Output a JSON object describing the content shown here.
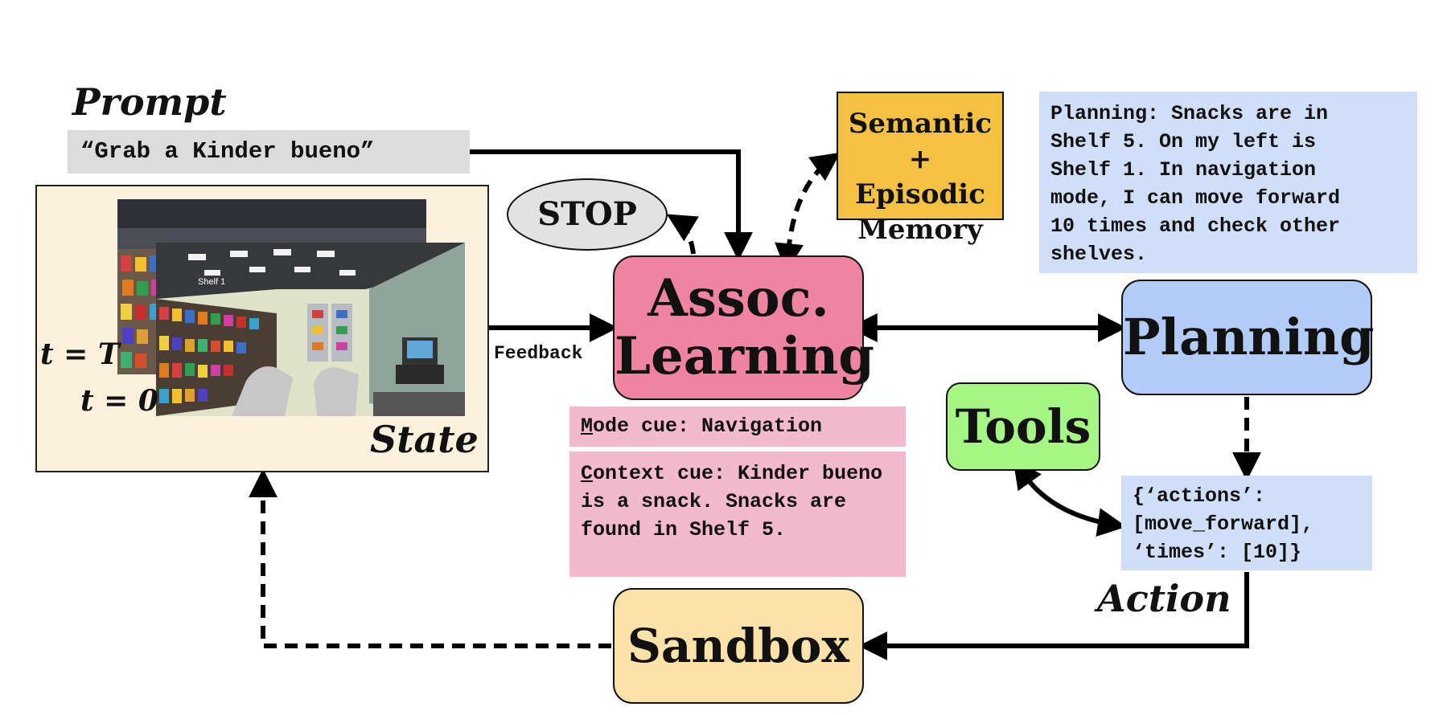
{
  "prompt": {
    "title": "Prompt",
    "text": "“Grab a Kinder bueno”"
  },
  "state": {
    "label": "State",
    "frame_t_T": "t = T",
    "frame_t_0": "t = 0",
    "shelf_sign": "Shelf 1"
  },
  "nodes": {
    "stop": "STOP",
    "memory": [
      "Semantic +",
      "Episodic",
      "Memory"
    ],
    "assoc": [
      "Assoc.",
      "Learning"
    ],
    "planning": "Planning",
    "tools": "Tools",
    "sandbox": "Sandbox"
  },
  "edges": {
    "feedback": "Feedback",
    "action": "Action"
  },
  "planning_text": "Planning: Snacks are in\nShelf 5. On my left is\nShelf 1. In navigation\nmode, I can move forward\n10 times and check other\nshelves.",
  "cues": {
    "mode_initial": "M",
    "mode_rest": "ode cue: Navigation",
    "context_initial": "C",
    "context_rest": "ontext cue: Kinder bueno is a snack. Snacks are found in Shelf 5."
  },
  "action_code": [
    "{‘actions’:",
    "[move_forward],",
    "‘times’: [10]}"
  ],
  "colors": {
    "assoc": "#ee83a2",
    "planning": "#b3ccf7",
    "tools": "#a6f685",
    "sandbox": "#fae2a9",
    "memory": "#f4c143",
    "stop": "#e2e2e2",
    "state_panel": "#fcf1dc",
    "cue_bg": "#f3b9cc",
    "planning_text_bg": "#d1def8",
    "prompt_bg": "#dcdcdc"
  }
}
